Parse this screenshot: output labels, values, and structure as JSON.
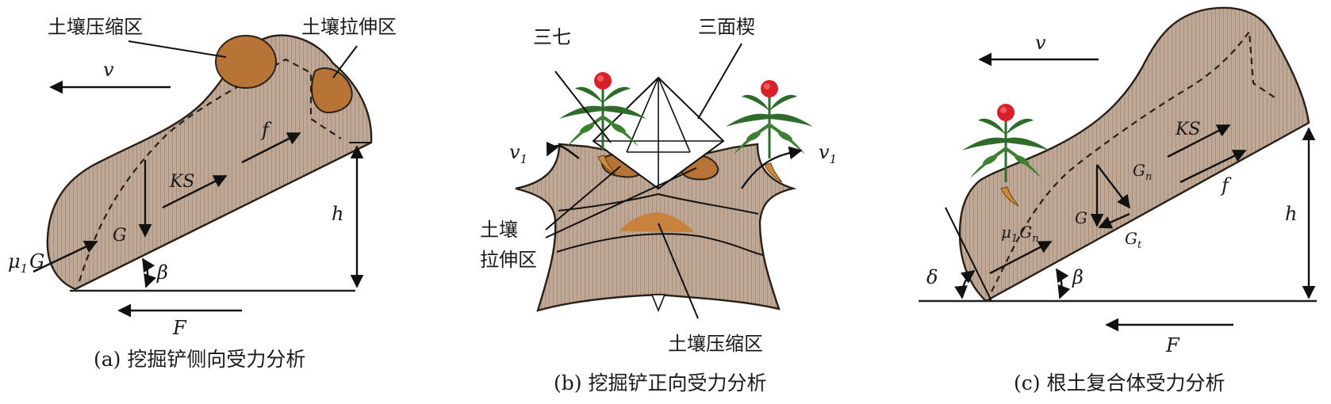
{
  "panel_a": {
    "zone_compress": "土壤压缩区",
    "zone_tension": "土壤拉伸区",
    "v": "v",
    "f": "f",
    "ks": "KS",
    "g": "G",
    "mu": "μ",
    "mu_sub": "1",
    "mu_g": "G",
    "beta": "β",
    "h": "h",
    "F": "F",
    "caption": "(a) 挖掘铲侧向受力分析"
  },
  "panel_b": {
    "sanqi": "三七",
    "wedge": "三面楔",
    "v": "v",
    "v_sub": "1",
    "zone_tension_1": "土壤",
    "zone_tension_2": "拉伸区",
    "zone_compress": "土壤压缩区",
    "caption": "(b) 挖掘铲正向受力分析"
  },
  "panel_c": {
    "v": "v",
    "ks": "KS",
    "f": "f",
    "gn": "G",
    "gn_sub": "n",
    "g": "G",
    "gt": "G",
    "gt_sub": "t",
    "mu": "μ",
    "mu_sub": "1",
    "mu_g": "G",
    "mu_g_sub": "n",
    "delta": "δ",
    "beta": "β",
    "h": "h",
    "F": "F",
    "caption": "(c) 根土复合体受力分析"
  },
  "colors": {
    "soil": "#bfa896",
    "zone": "#b87437",
    "plant_green": "#2f6b2a",
    "flower_red": "#d8202a",
    "root": "#c98a3c"
  }
}
